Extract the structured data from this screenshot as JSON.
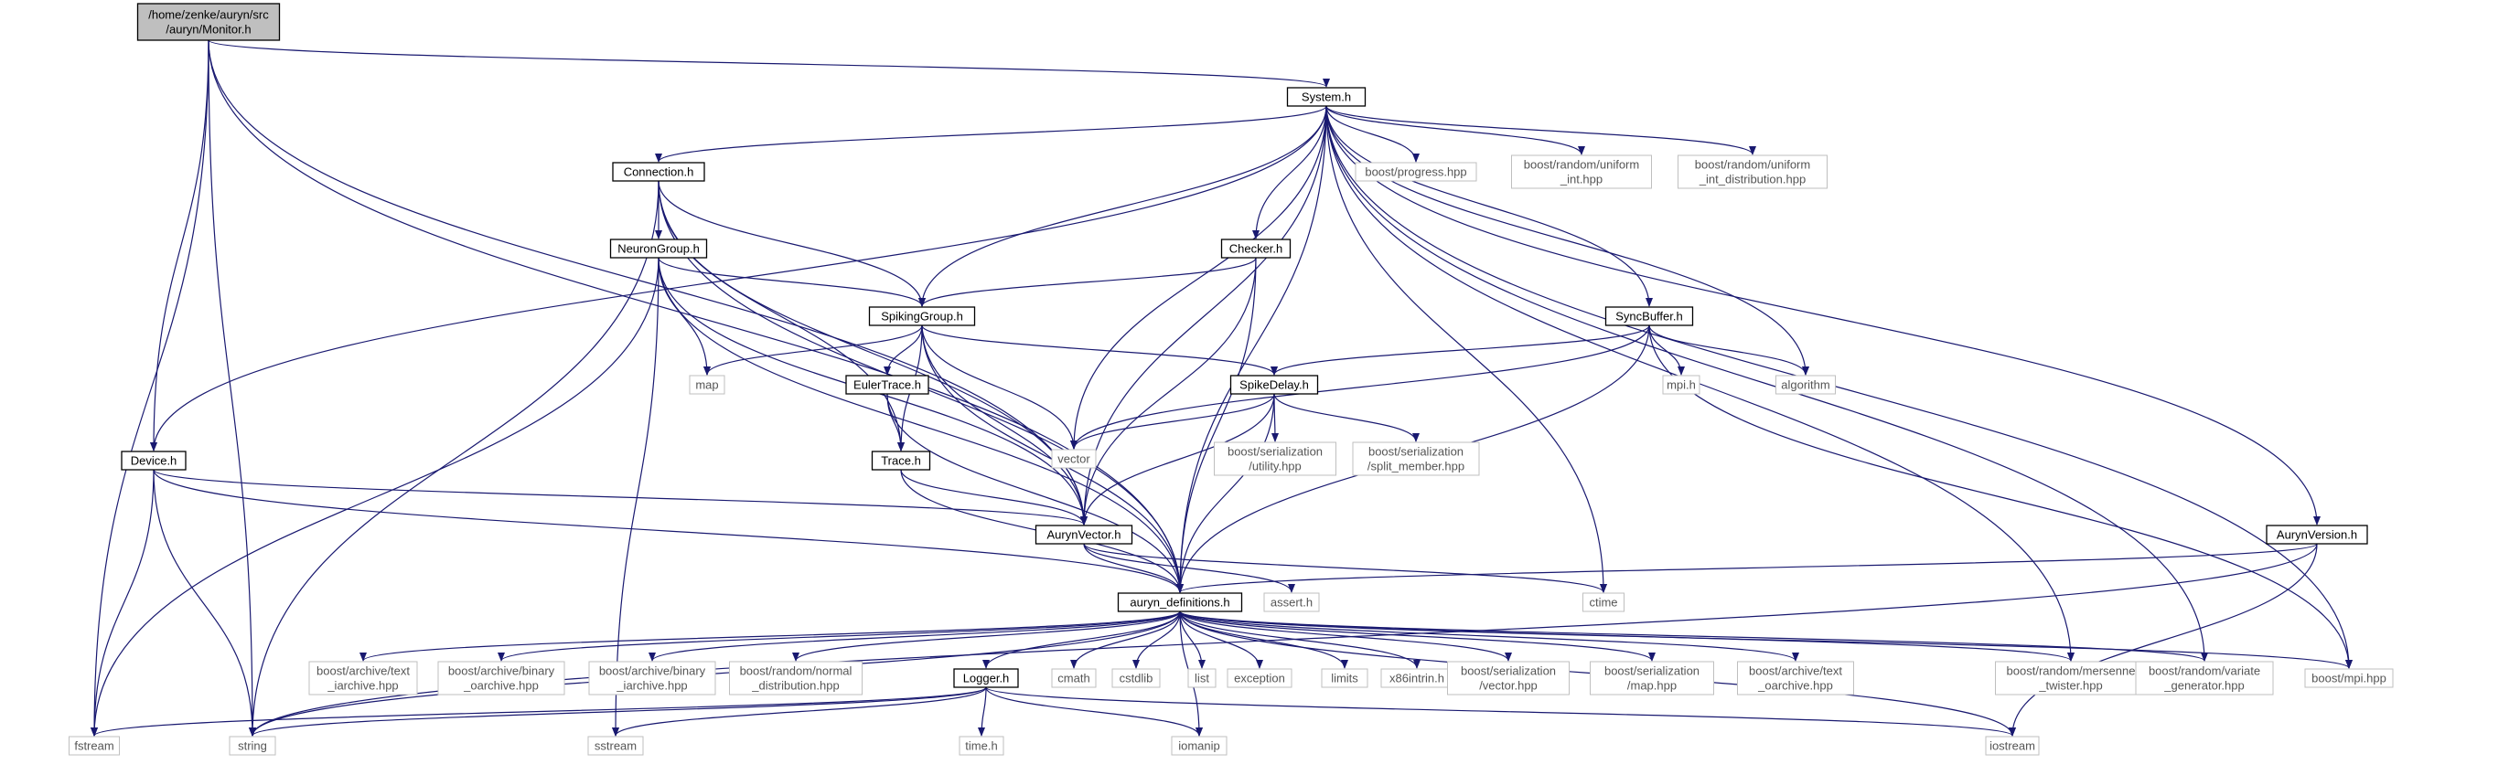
{
  "graph": {
    "root": "monitor",
    "nodes": [
      {
        "id": "monitor",
        "lines": [
          "/home/zenke/auryn/src",
          "/auryn/Monitor.h"
        ],
        "kind": "root",
        "interactable": true
      },
      {
        "id": "system",
        "lines": [
          "System.h"
        ],
        "kind": "doc",
        "interactable": true
      },
      {
        "id": "connection",
        "lines": [
          "Connection.h"
        ],
        "kind": "doc",
        "interactable": true
      },
      {
        "id": "neurongroup",
        "lines": [
          "NeuronGroup.h"
        ],
        "kind": "doc",
        "interactable": true
      },
      {
        "id": "checker",
        "lines": [
          "Checker.h"
        ],
        "kind": "doc",
        "interactable": true
      },
      {
        "id": "spikinggroup",
        "lines": [
          "SpikingGroup.h"
        ],
        "kind": "doc",
        "interactable": true
      },
      {
        "id": "synbuffer",
        "lines": [
          "SyncBuffer.h"
        ],
        "kind": "doc",
        "interactable": true
      },
      {
        "id": "eulertrace",
        "lines": [
          "EulerTrace.h"
        ],
        "kind": "doc",
        "interactable": true
      },
      {
        "id": "spikedelay",
        "lines": [
          "SpikeDelay.h"
        ],
        "kind": "doc",
        "interactable": true
      },
      {
        "id": "trace",
        "lines": [
          "Trace.h"
        ],
        "kind": "doc",
        "interactable": true
      },
      {
        "id": "device",
        "lines": [
          "Device.h"
        ],
        "kind": "doc",
        "interactable": true
      },
      {
        "id": "aurynvector",
        "lines": [
          "AurynVector.h"
        ],
        "kind": "doc",
        "interactable": true
      },
      {
        "id": "aurynversion",
        "lines": [
          "AurynVersion.h"
        ],
        "kind": "doc",
        "interactable": true
      },
      {
        "id": "defs",
        "lines": [
          "auryn_definitions.h"
        ],
        "kind": "doc",
        "interactable": true
      },
      {
        "id": "logger",
        "lines": [
          "Logger.h"
        ],
        "kind": "doc",
        "interactable": true
      },
      {
        "id": "progress",
        "lines": [
          "boost/progress.hpp"
        ],
        "kind": "ext",
        "interactable": false
      },
      {
        "id": "uniform_int",
        "lines": [
          "boost/random/uniform",
          "_int.hpp"
        ],
        "kind": "ext",
        "interactable": false
      },
      {
        "id": "uniform_int_dist",
        "lines": [
          "boost/random/uniform",
          "_int_distribution.hpp"
        ],
        "kind": "ext",
        "interactable": false
      },
      {
        "id": "map",
        "lines": [
          "map"
        ],
        "kind": "ext",
        "interactable": false
      },
      {
        "id": "vector",
        "lines": [
          "vector"
        ],
        "kind": "ext",
        "interactable": false
      },
      {
        "id": "mpih",
        "lines": [
          "mpi.h"
        ],
        "kind": "ext",
        "interactable": false
      },
      {
        "id": "algorithm",
        "lines": [
          "algorithm"
        ],
        "kind": "ext",
        "interactable": false
      },
      {
        "id": "ser_utility",
        "lines": [
          "boost/serialization",
          "/utility.hpp"
        ],
        "kind": "ext",
        "interactable": false
      },
      {
        "id": "ser_split",
        "lines": [
          "boost/serialization",
          "/split_member.hpp"
        ],
        "kind": "ext",
        "interactable": false
      },
      {
        "id": "assert",
        "lines": [
          "assert.h"
        ],
        "kind": "ext",
        "interactable": false
      },
      {
        "id": "ctime",
        "lines": [
          "ctime"
        ],
        "kind": "ext",
        "interactable": false
      },
      {
        "id": "text_iarchive",
        "lines": [
          "boost/archive/text",
          "_iarchive.hpp"
        ],
        "kind": "ext",
        "interactable": false
      },
      {
        "id": "binary_oarchive",
        "lines": [
          "boost/archive/binary",
          "_oarchive.hpp"
        ],
        "kind": "ext",
        "interactable": false
      },
      {
        "id": "binary_iarchive",
        "lines": [
          "boost/archive/binary",
          "_iarchive.hpp"
        ],
        "kind": "ext",
        "interactable": false
      },
      {
        "id": "normal_dist",
        "lines": [
          "boost/random/normal",
          "_distribution.hpp"
        ],
        "kind": "ext",
        "interactable": false
      },
      {
        "id": "cmath",
        "lines": [
          "cmath"
        ],
        "kind": "ext",
        "interactable": false
      },
      {
        "id": "cstdlib",
        "lines": [
          "cstdlib"
        ],
        "kind": "ext",
        "interactable": false
      },
      {
        "id": "list",
        "lines": [
          "list"
        ],
        "kind": "ext",
        "interactable": false
      },
      {
        "id": "exception",
        "lines": [
          "exception"
        ],
        "kind": "ext",
        "interactable": false
      },
      {
        "id": "limits",
        "lines": [
          "limits"
        ],
        "kind": "ext",
        "interactable": false
      },
      {
        "id": "x86intrin",
        "lines": [
          "x86intrin.h"
        ],
        "kind": "ext",
        "interactable": false
      },
      {
        "id": "ser_vector",
        "lines": [
          "boost/serialization",
          "/vector.hpp"
        ],
        "kind": "ext",
        "interactable": false
      },
      {
        "id": "ser_map",
        "lines": [
          "boost/serialization",
          "/map.hpp"
        ],
        "kind": "ext",
        "interactable": false
      },
      {
        "id": "text_oarchive",
        "lines": [
          "boost/archive/text",
          "_oarchive.hpp"
        ],
        "kind": "ext",
        "interactable": false
      },
      {
        "id": "mersenne",
        "lines": [
          "boost/random/mersenne",
          "_twister.hpp"
        ],
        "kind": "ext",
        "interactable": false
      },
      {
        "id": "variate",
        "lines": [
          "boost/random/variate",
          "_generator.hpp"
        ],
        "kind": "ext",
        "interactable": false
      },
      {
        "id": "boostmpi",
        "lines": [
          "boost/mpi.hpp"
        ],
        "kind": "ext",
        "interactable": false
      },
      {
        "id": "fstream",
        "lines": [
          "fstream"
        ],
        "kind": "ext",
        "interactable": false
      },
      {
        "id": "string",
        "lines": [
          "string"
        ],
        "kind": "ext",
        "interactable": false
      },
      {
        "id": "sstream",
        "lines": [
          "sstream"
        ],
        "kind": "ext",
        "interactable": false
      },
      {
        "id": "timeh",
        "lines": [
          "time.h"
        ],
        "kind": "ext",
        "interactable": false
      },
      {
        "id": "iomanip",
        "lines": [
          "iomanip"
        ],
        "kind": "ext",
        "interactable": false
      },
      {
        "id": "iostream",
        "lines": [
          "iostream"
        ],
        "kind": "ext",
        "interactable": false
      }
    ],
    "edges": [
      [
        "monitor",
        "system"
      ],
      [
        "monitor",
        "device"
      ],
      [
        "monitor",
        "aurynvector"
      ],
      [
        "monitor",
        "defs"
      ],
      [
        "monitor",
        "fstream"
      ],
      [
        "monitor",
        "string"
      ],
      [
        "system",
        "connection"
      ],
      [
        "system",
        "spikinggroup"
      ],
      [
        "system",
        "checker"
      ],
      [
        "system",
        "synbuffer"
      ],
      [
        "system",
        "aurynvector"
      ],
      [
        "system",
        "defs"
      ],
      [
        "system",
        "device"
      ],
      [
        "system",
        "aurynversion"
      ],
      [
        "system",
        "progress"
      ],
      [
        "system",
        "uniform_int"
      ],
      [
        "system",
        "uniform_int_dist"
      ],
      [
        "system",
        "vector"
      ],
      [
        "system",
        "algorithm"
      ],
      [
        "system",
        "ctime"
      ],
      [
        "system",
        "mersenne"
      ],
      [
        "system",
        "variate"
      ],
      [
        "system",
        "boostmpi"
      ],
      [
        "connection",
        "neurongroup"
      ],
      [
        "connection",
        "spikinggroup"
      ],
      [
        "connection",
        "trace"
      ],
      [
        "connection",
        "aurynvector"
      ],
      [
        "connection",
        "defs"
      ],
      [
        "connection",
        "string"
      ],
      [
        "neurongroup",
        "spikinggroup"
      ],
      [
        "neurongroup",
        "map"
      ],
      [
        "neurongroup",
        "aurynvector"
      ],
      [
        "neurongroup",
        "defs"
      ],
      [
        "neurongroup",
        "fstream"
      ],
      [
        "neurongroup",
        "sstream"
      ],
      [
        "checker",
        "spikinggroup"
      ],
      [
        "checker",
        "defs"
      ],
      [
        "checker",
        "aurynvector"
      ],
      [
        "spikinggroup",
        "eulertrace"
      ],
      [
        "spikinggroup",
        "spikedelay"
      ],
      [
        "spikinggroup",
        "trace"
      ],
      [
        "spikinggroup",
        "aurynvector"
      ],
      [
        "spikinggroup",
        "defs"
      ],
      [
        "spikinggroup",
        "map"
      ],
      [
        "spikinggroup",
        "vector"
      ],
      [
        "synbuffer",
        "spikedelay"
      ],
      [
        "synbuffer",
        "mpih"
      ],
      [
        "synbuffer",
        "algorithm"
      ],
      [
        "synbuffer",
        "vector"
      ],
      [
        "synbuffer",
        "defs"
      ],
      [
        "synbuffer",
        "boostmpi"
      ],
      [
        "eulertrace",
        "trace"
      ],
      [
        "eulertrace",
        "defs"
      ],
      [
        "spikedelay",
        "vector"
      ],
      [
        "spikedelay",
        "ser_utility"
      ],
      [
        "spikedelay",
        "ser_split"
      ],
      [
        "spikedelay",
        "aurynvector"
      ],
      [
        "spikedelay",
        "defs"
      ],
      [
        "trace",
        "aurynvector"
      ],
      [
        "trace",
        "defs"
      ],
      [
        "device",
        "aurynvector"
      ],
      [
        "device",
        "defs"
      ],
      [
        "device",
        "fstream"
      ],
      [
        "device",
        "string"
      ],
      [
        "aurynvector",
        "defs"
      ],
      [
        "aurynvector",
        "assert"
      ],
      [
        "aurynvector",
        "ctime"
      ],
      [
        "aurynversion",
        "defs"
      ],
      [
        "aurynversion",
        "string"
      ],
      [
        "aurynversion",
        "iostream"
      ],
      [
        "defs",
        "text_iarchive"
      ],
      [
        "defs",
        "binary_oarchive"
      ],
      [
        "defs",
        "binary_iarchive"
      ],
      [
        "defs",
        "normal_dist"
      ],
      [
        "defs",
        "logger"
      ],
      [
        "defs",
        "cmath"
      ],
      [
        "defs",
        "cstdlib"
      ],
      [
        "defs",
        "list"
      ],
      [
        "defs",
        "exception"
      ],
      [
        "defs",
        "limits"
      ],
      [
        "defs",
        "x86intrin"
      ],
      [
        "defs",
        "ser_vector"
      ],
      [
        "defs",
        "ser_map"
      ],
      [
        "defs",
        "text_oarchive"
      ],
      [
        "defs",
        "mersenne"
      ],
      [
        "defs",
        "variate"
      ],
      [
        "defs",
        "boostmpi"
      ],
      [
        "defs",
        "string"
      ],
      [
        "defs",
        "iomanip"
      ],
      [
        "defs",
        "iostream"
      ],
      [
        "logger",
        "fstream"
      ],
      [
        "logger",
        "string"
      ],
      [
        "logger",
        "sstream"
      ],
      [
        "logger",
        "timeh"
      ],
      [
        "logger",
        "iomanip"
      ],
      [
        "logger",
        "iostream"
      ]
    ]
  },
  "colors": {
    "edge": "#191970",
    "node_border": "#000000",
    "external_border": "#bfbfbf",
    "root_fill": "#bfbfbf",
    "external_text": "#555555",
    "node_text": "#000000",
    "background": "#ffffff"
  }
}
